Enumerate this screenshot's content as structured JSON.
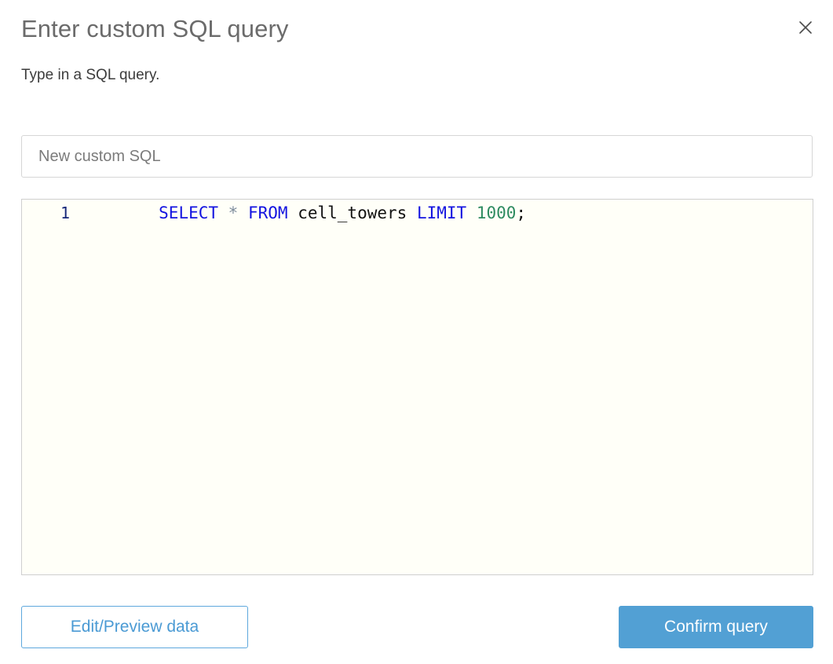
{
  "dialog": {
    "title": "Enter custom SQL query",
    "subtitle": "Type in a SQL query.",
    "close_icon": "close-icon"
  },
  "name_field": {
    "value": "New custom SQL",
    "placeholder": "New custom SQL"
  },
  "editor": {
    "line_numbers": [
      "1"
    ],
    "query_text": "SELECT * FROM cell_towers LIMIT 1000;",
    "tokens": [
      {
        "text": "SELECT",
        "type": "keyword"
      },
      {
        "text": " ",
        "type": "plain"
      },
      {
        "text": "*",
        "type": "star"
      },
      {
        "text": " ",
        "type": "plain"
      },
      {
        "text": "FROM",
        "type": "keyword"
      },
      {
        "text": " ",
        "type": "plain"
      },
      {
        "text": "cell_towers",
        "type": "ident"
      },
      {
        "text": " ",
        "type": "plain"
      },
      {
        "text": "LIMIT",
        "type": "keyword"
      },
      {
        "text": " ",
        "type": "plain"
      },
      {
        "text": "1000",
        "type": "number"
      },
      {
        "text": ";",
        "type": "punct"
      }
    ]
  },
  "footer": {
    "secondary_label": "Edit/Preview data",
    "primary_label": "Confirm query"
  },
  "colors": {
    "accent": "#52a0d4",
    "accent_border": "#5ea8dd",
    "keyword": "#1313e0",
    "number": "#2e8b61",
    "star": "#7d8c9c",
    "line_number": "#17287a",
    "editor_background": "#fffff8",
    "title": "#6b6b6b",
    "subtitle": "#3c3c3c"
  }
}
